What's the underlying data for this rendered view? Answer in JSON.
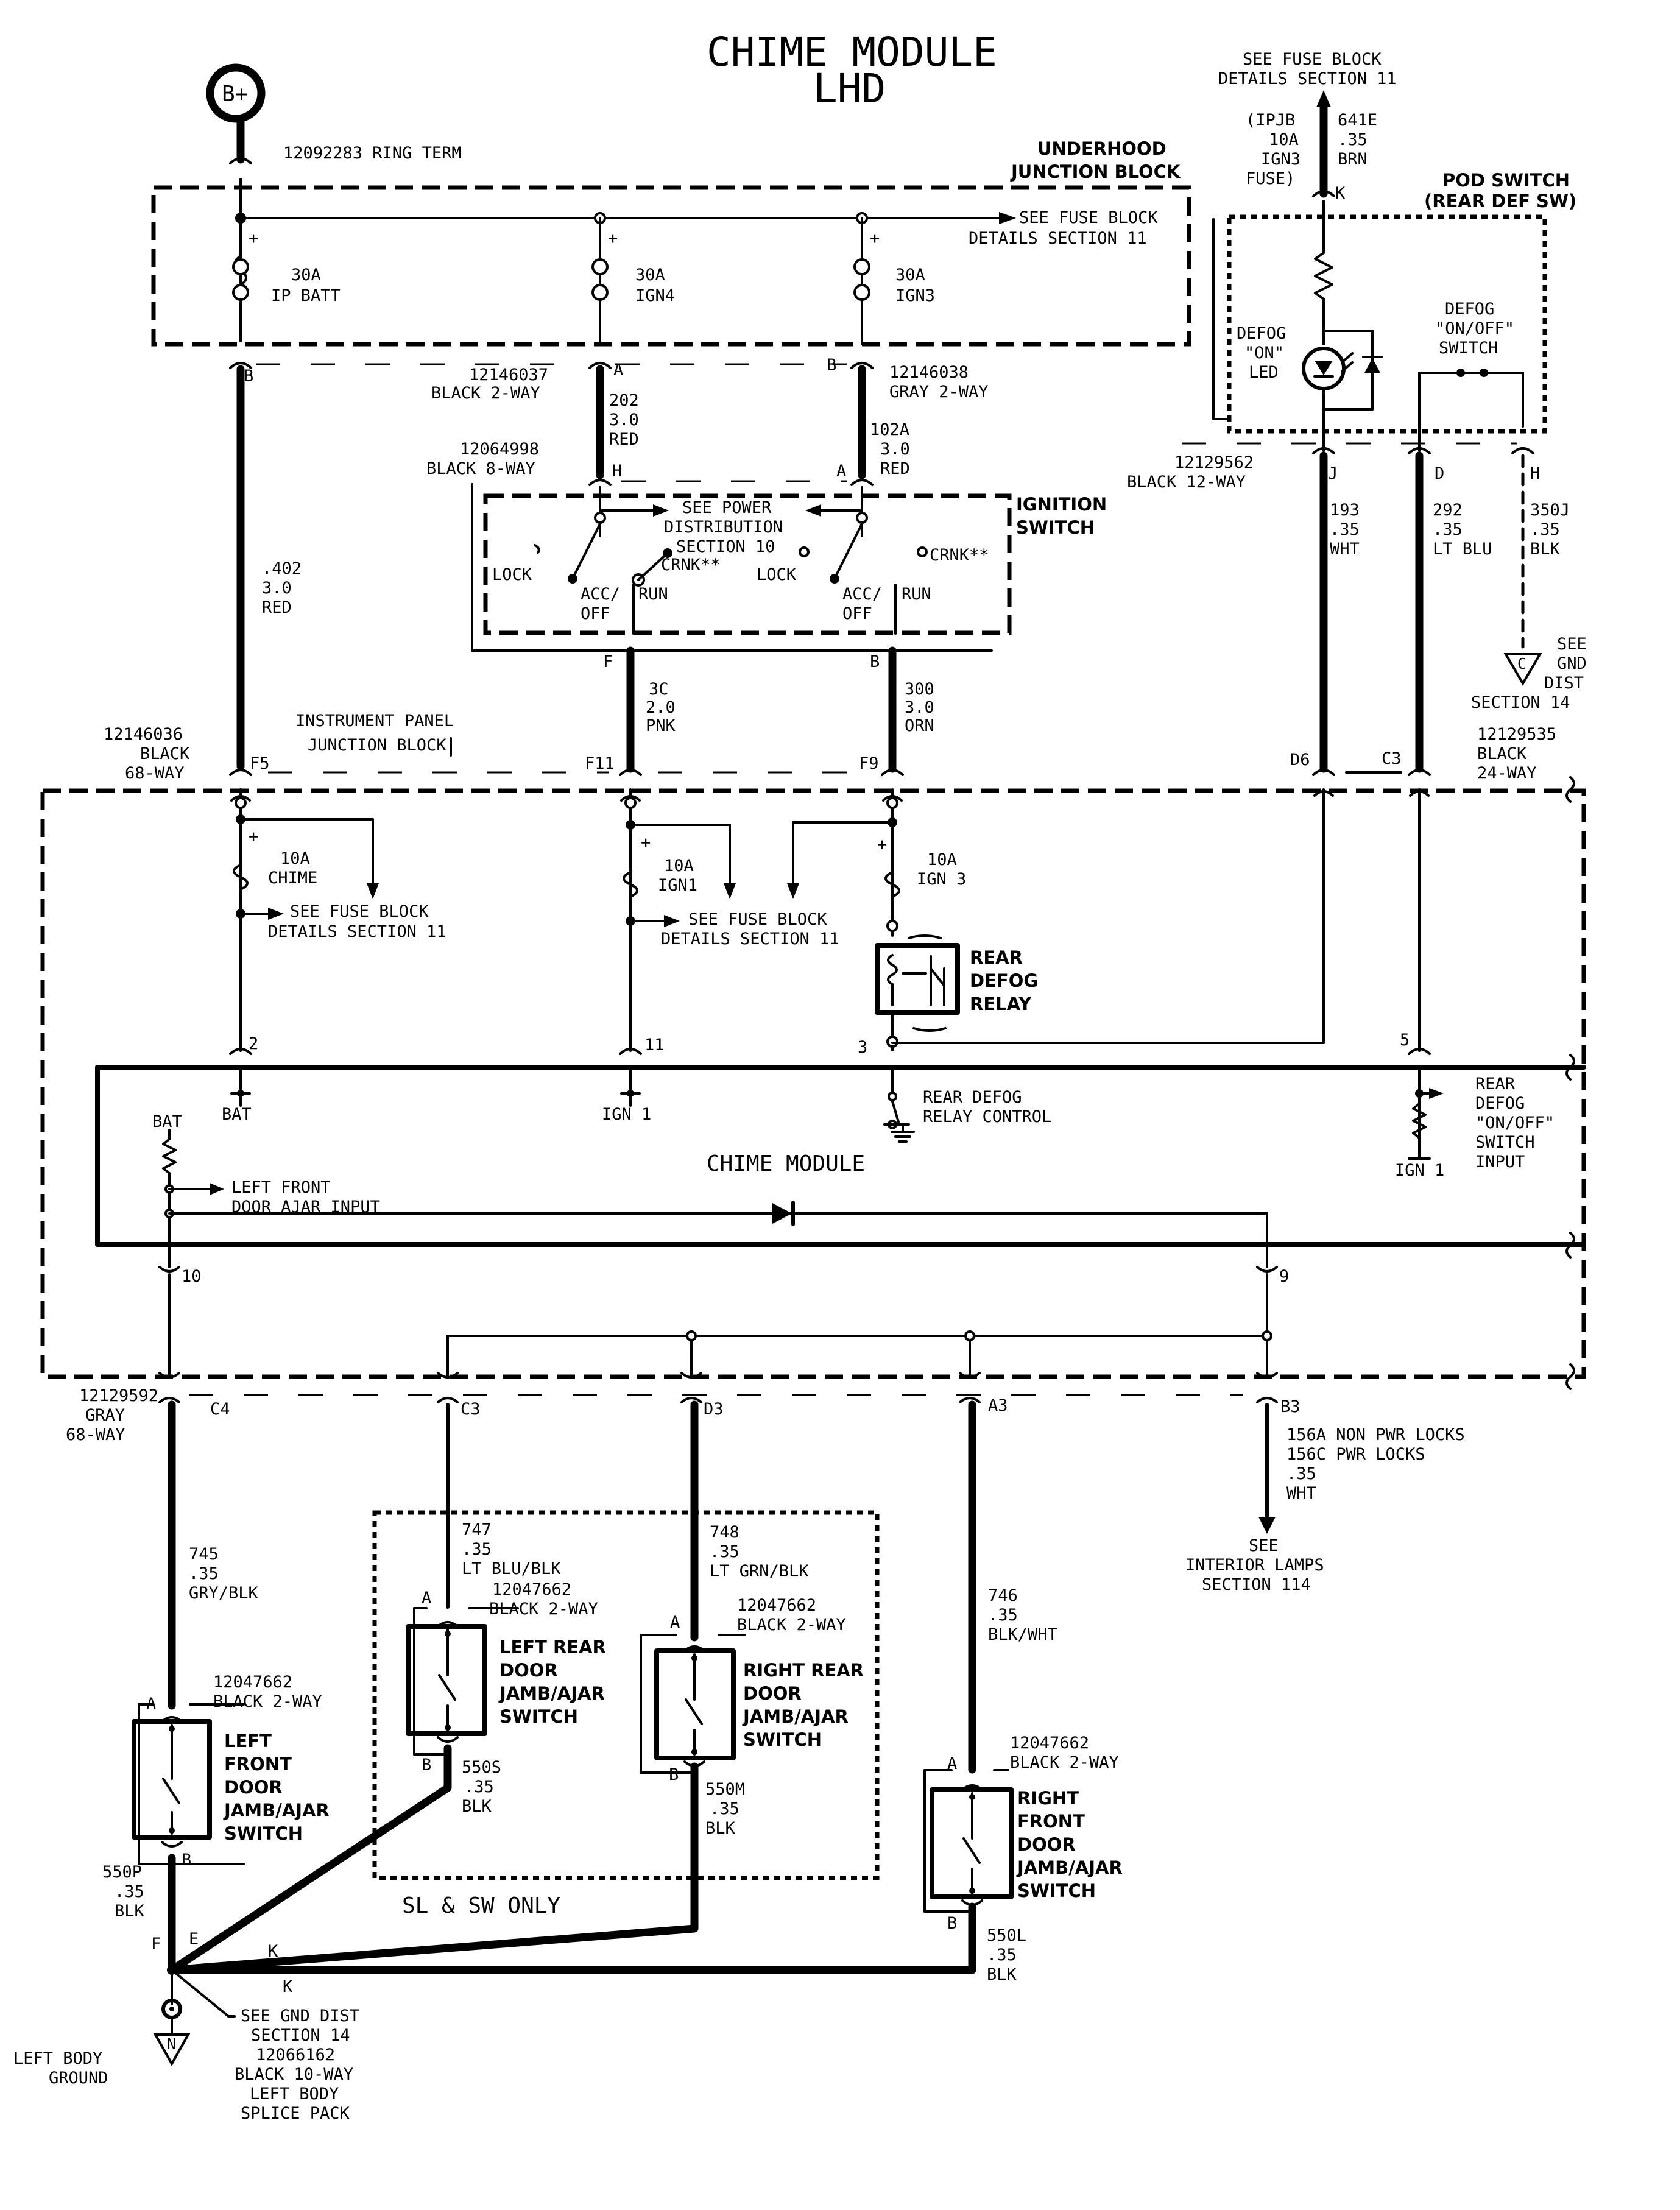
{
  "title": "CHIME MODULE",
  "subtitle": "LHD",
  "battery": "B+",
  "ring_term": "12092283 RING TERM",
  "underhood": {
    "label_1": "UNDERHOOD",
    "label_2": "JUNCTION BLOCK",
    "fuse_ref_1": "SEE FUSE BLOCK",
    "fuse_ref_2": "DETAILS SECTION 11",
    "fuses": [
      {
        "amps": "30A",
        "name": "IP BATT"
      },
      {
        "amps": "30A",
        "name": "IGN4"
      },
      {
        "amps": "30A",
        "name": "IGN3"
      }
    ]
  },
  "top_right": {
    "ref_1": "SEE FUSE BLOCK",
    "ref_2": "DETAILS SECTION 11",
    "ipjb_1": "(IPJB",
    "ipjb_2": "10A",
    "ipjb_3": "IGN3",
    "ipjb_4": "FUSE)",
    "wire_1": "641E",
    "wire_2": ".35",
    "wire_3": "BRN",
    "pin": "K"
  },
  "pod": {
    "title_1": "POD SWITCH",
    "title_2": "(REAR DEF SW)",
    "led_1": "DEFOG",
    "led_2": "\"ON\"",
    "led_3": "LED",
    "sw_1": "DEFOG",
    "sw_2": "\"ON/OFF\"",
    "sw_3": "SWITCH",
    "conn_1": "12129562",
    "conn_2": "BLACK 12-WAY",
    "pins": [
      "J",
      "D",
      "H"
    ]
  },
  "connectors": {
    "c1": {
      "pin": "A",
      "part": "12146037",
      "desc": "BLACK 2-WAY"
    },
    "c1b": {
      "pin": "B"
    },
    "c2": {
      "pin": "B",
      "part": "12146038",
      "desc": "GRAY 2-WAY"
    },
    "c3": {
      "part": "12064998",
      "desc": "BLACK 8-WAY",
      "pin_h": "H",
      "pin_a": "A"
    }
  },
  "wires": {
    "w402": [
      ".402",
      "3.0",
      "RED"
    ],
    "w202": [
      "202",
      "3.0",
      "RED"
    ],
    "w102": [
      "102A",
      "3.0",
      "RED"
    ],
    "w3c": [
      "3C",
      "2.0",
      "PNK"
    ],
    "w300": [
      "300",
      "3.0",
      "ORN"
    ],
    "w193": [
      "193",
      ".35",
      "WHT"
    ],
    "w292": [
      "292",
      ".35",
      "LT BLU"
    ],
    "w350": [
      "350J",
      ".35",
      "BLK"
    ],
    "w745": [
      "745",
      ".35",
      "GRY/BLK"
    ],
    "w747": [
      "747",
      ".35",
      "LT BLU/BLK"
    ],
    "w748": [
      "748",
      ".35",
      "LT GRN/BLK"
    ],
    "w746": [
      "746",
      ".35",
      "BLK/WHT"
    ],
    "w156": [
      "156A NON PWR LOCKS",
      "156C PWR LOCKS",
      ".35",
      "WHT"
    ],
    "w550s": [
      "550S",
      ".35",
      "BLK"
    ],
    "w550m": [
      "550M",
      ".35",
      "BLK"
    ],
    "w550p": [
      "550P",
      ".35",
      "BLK"
    ],
    "w550l": [
      "550L",
      ".35",
      "BLK"
    ]
  },
  "ignition": {
    "title_1": "IGNITION",
    "title_2": "SWITCH",
    "ref_1": "SEE POWER",
    "ref_2": "DISTRIBUTION",
    "ref_3": "SECTION 10",
    "lock": "LOCK",
    "crnk": "CRNK**",
    "acc": "ACC/",
    "off": "OFF",
    "run": "RUN",
    "pin_f": "F",
    "pin_b": "B"
  },
  "gnd_top": {
    "ref_1": "SEE",
    "ref_2": "GND",
    "ref_3": "DIST",
    "ref_4": "SECTION 14",
    "sym": "C"
  },
  "ipjb": {
    "label_1": "INSTRUMENT PANEL",
    "label_2": "JUNCTION BLOCK",
    "conn_l1": "12146036",
    "conn_l2": "BLACK",
    "conn_l3": "68-WAY",
    "conn_r1": "12129535",
    "conn_r2": "BLACK",
    "conn_r3": "24-WAY",
    "pins_top": [
      "F5",
      "F11",
      "F9",
      "D6",
      "C3"
    ],
    "fuse_ref_1": "SEE FUSE BLOCK",
    "fuse_ref_2": "DETAILS SECTION 11",
    "fuses": [
      {
        "amps": "10A",
        "name": "CHIME"
      },
      {
        "amps": "10A",
        "name": "IGN1"
      },
      {
        "amps": "10A",
        "name": "IGN 3"
      }
    ],
    "relay_1": "REAR",
    "relay_2": "DEFOG",
    "relay_3": "RELAY",
    "conn_b1": "12129592",
    "conn_b2": "GRAY",
    "conn_b3": "68-WAY",
    "pins_bottom": [
      "C4",
      "C3",
      "D3",
      "A3",
      "B3"
    ]
  },
  "chime": {
    "label": "CHIME MODULE",
    "pins_top": [
      "2",
      "11",
      "3",
      "5"
    ],
    "bat": "BAT",
    "ign1": "IGN 1",
    "relay_ctl_1": "REAR DEFOG",
    "relay_ctl_2": "RELAY CONTROL",
    "bat2": "BAT",
    "ajar_1": "LEFT FRONT",
    "ajar_2": "DOOR AJAR INPUT",
    "rd_1": "REAR",
    "rd_2": "DEFOG",
    "rd_3": "\"ON/OFF\"",
    "rd_4": "SWITCH",
    "rd_5": "INPUT",
    "ign1b": "IGN 1",
    "pins_bottom": [
      "10",
      "9"
    ]
  },
  "switches": {
    "lf": {
      "part": "12047662",
      "desc": "BLACK 2-WAY",
      "name_1": "LEFT",
      "name_2": "FRONT",
      "name_3": "DOOR",
      "name_4": "JAMB/AJAR",
      "name_5": "SWITCH",
      "pin_a": "A",
      "pin_b": "B"
    },
    "lr": {
      "part": "12047662",
      "desc": "BLACK 2-WAY",
      "name_1": "LEFT REAR",
      "name_2": "DOOR",
      "name_3": "JAMB/AJAR",
      "name_4": "SWITCH",
      "pin_a": "A",
      "pin_b": "B"
    },
    "rr": {
      "part": "12047662",
      "desc": "BLACK 2-WAY",
      "name_1": "RIGHT REAR",
      "name_2": "DOOR",
      "name_3": "JAMB/AJAR",
      "name_4": "SWITCH",
      "pin_a": "A",
      "pin_b": "B"
    },
    "rf": {
      "part": "12047662",
      "desc": "BLACK 2-WAY",
      "name_1": "RIGHT",
      "name_2": "FRONT",
      "name_3": "DOOR",
      "name_4": "JAMB/AJAR",
      "name_5": "SWITCH",
      "pin_a": "A",
      "pin_b": "B"
    }
  },
  "sl_sw": "SL & SW ONLY",
  "interior_1": "SEE",
  "interior_2": "INTERIOR LAMPS",
  "interior_3": "SECTION 114",
  "ground": {
    "pins": [
      "F",
      "E",
      "K",
      "K"
    ],
    "ref_1": "SEE GND DIST",
    "ref_2": "SECTION 14",
    "splice_1": "12066162",
    "splice_2": "BLACK 10-WAY",
    "splice_3": "LEFT BODY",
    "splice_4": "SPLICE PACK",
    "sym": "N",
    "lbg_1": "LEFT BODY",
    "lbg_2": "GROUND"
  }
}
